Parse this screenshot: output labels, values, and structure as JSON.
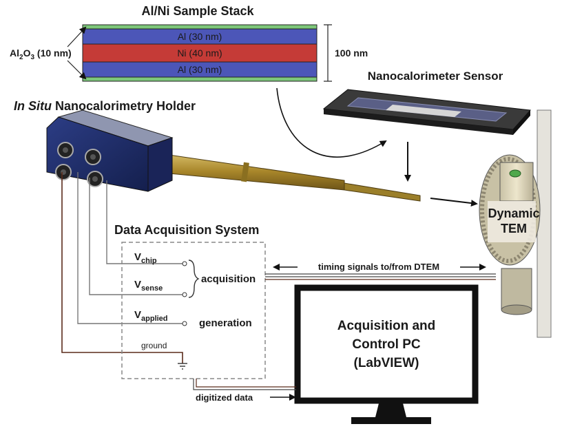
{
  "stack": {
    "title": "Al/Ni Sample Stack",
    "layers": [
      {
        "label": "",
        "color": "#7dc77a"
      },
      {
        "label": "Al (30 nm)",
        "color": "#4c56b8"
      },
      {
        "label": "Ni (40 nm)",
        "color": "#c53b37"
      },
      {
        "label": "Al (30 nm)",
        "color": "#4c56b8"
      },
      {
        "label": "",
        "color": "#7dc77a"
      }
    ],
    "oxide_label_prefix": "Al",
    "oxide_label_sub1": "2",
    "oxide_label_mid": "O",
    "oxide_label_sub2": "3",
    "oxide_label_suffix": " (10 nm)",
    "total_thickness": "100 nm"
  },
  "sensor": {
    "label": "Nanocalorimeter Sensor"
  },
  "holder": {
    "label_italic": "In Situ",
    "label_rest": " Nanocalorimetry Holder"
  },
  "tem": {
    "line1": "Dynamic",
    "line2": "TEM"
  },
  "daq": {
    "title": "Data Acquisition System",
    "v_chip_main": "V",
    "v_chip_sub": "chip",
    "v_sense_main": "V",
    "v_sense_sub": "sense",
    "v_applied_main": "V",
    "v_applied_sub": "applied",
    "ground": "ground",
    "acquisition": "acquisition",
    "generation": "generation"
  },
  "timing_label": "timing signals to/from DTEM",
  "pc": {
    "line1": "Acquisition and",
    "line2": "Control PC",
    "line3": "(LabVIEW)"
  },
  "digitized_label": "digitized data",
  "colors": {
    "holder_blue": "#1f2e6b",
    "rod_gold": "#a88a2e",
    "wire_gray": "#777777",
    "wire_brown": "#5a2a1a"
  }
}
